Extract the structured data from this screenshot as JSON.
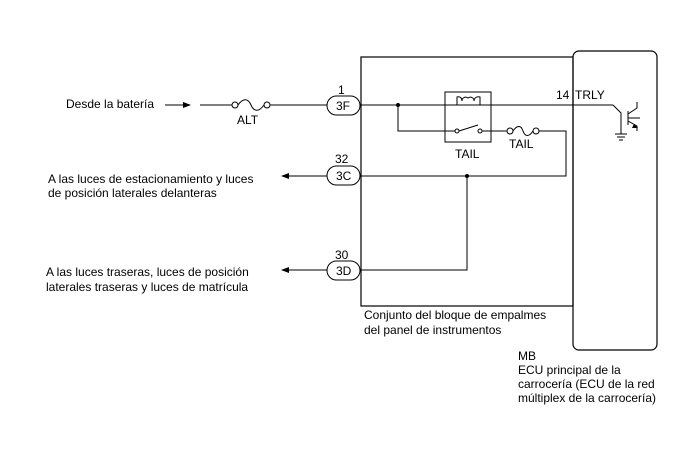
{
  "source": {
    "label": "Desde la batería"
  },
  "fuses": {
    "alt": "ALT",
    "tail": "TAIL"
  },
  "relay": {
    "label": "TAIL"
  },
  "connectors": [
    {
      "pin": "1",
      "code": "3F"
    },
    {
      "pin": "32",
      "code": "3C"
    },
    {
      "pin": "30",
      "code": "3D"
    }
  ],
  "outputs": {
    "front_lines": [
      "A las luces de estacionamiento y luces",
      "de posición laterales delanteras"
    ],
    "rear_lines": [
      "A las luces traseras, luces de posición",
      "laterales traseras y luces de matrícula"
    ]
  },
  "junction_block": {
    "lines": [
      "Conjunto del bloque de empalmes",
      "del panel de instrumentos"
    ]
  },
  "ecu": {
    "terminal_pin": "14",
    "terminal_name": "TRLY",
    "lines": [
      "MB",
      "ECU principal de la",
      "carrocería (ECU de la red",
      "múltiplex de la carrocería)"
    ]
  }
}
